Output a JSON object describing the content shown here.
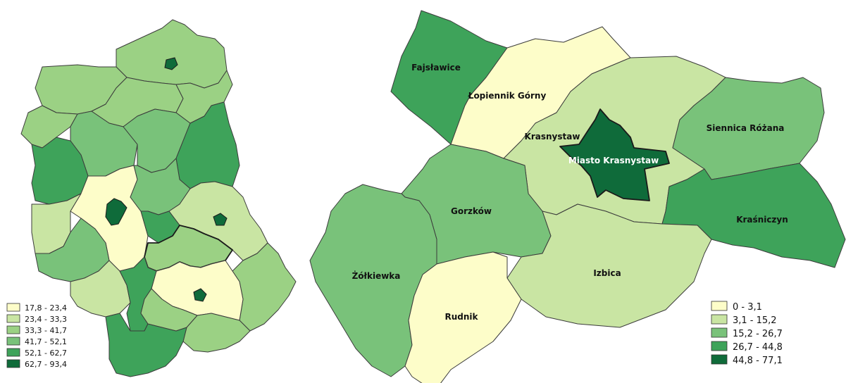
{
  "colors": {
    "c1": "#fdfdc9",
    "c2": "#c9e5a3",
    "c3": "#9bd184",
    "c4": "#79c27a",
    "c5": "#3ea35a",
    "c6": "#0f6b3a"
  },
  "left_legend": [
    {
      "label": "17,8 - 23,4",
      "color": "#fdfdc9"
    },
    {
      "label": "23,4 - 33,3",
      "color": "#c9e5a3"
    },
    {
      "label": "33,3 - 41,7",
      "color": "#9bd184"
    },
    {
      "label": "41,7 - 52,1",
      "color": "#79c27a"
    },
    {
      "label": "52,1 - 62,7",
      "color": "#3ea35a"
    },
    {
      "label": "62,7 - 93,4",
      "color": "#0f6b3a"
    }
  ],
  "right_legend": [
    {
      "label": "0 - 3,1",
      "color": "#fdfdc9"
    },
    {
      "label": "3,1 - 15,2",
      "color": "#c9e5a3"
    },
    {
      "label": "15,2 - 26,7",
      "color": "#79c27a"
    },
    {
      "label": "26,7 - 44,8",
      "color": "#3ea35a"
    },
    {
      "label": "44,8 - 77,1",
      "color": "#0f6b3a"
    }
  ],
  "communes": {
    "fajslawice": "Fajsławice",
    "lopiennik": "Łopiennik Górny",
    "krasnystaw": "Krasnystaw",
    "miasto": "Miasto Krasnystaw",
    "siennica": "Siennica Różana",
    "gorzkow": "Gorzków",
    "krasniczyn": "Kraśniczyn",
    "zolkiewka": "Żółkiewka",
    "izbica": "Izbica",
    "rudnik": "Rudnik"
  }
}
